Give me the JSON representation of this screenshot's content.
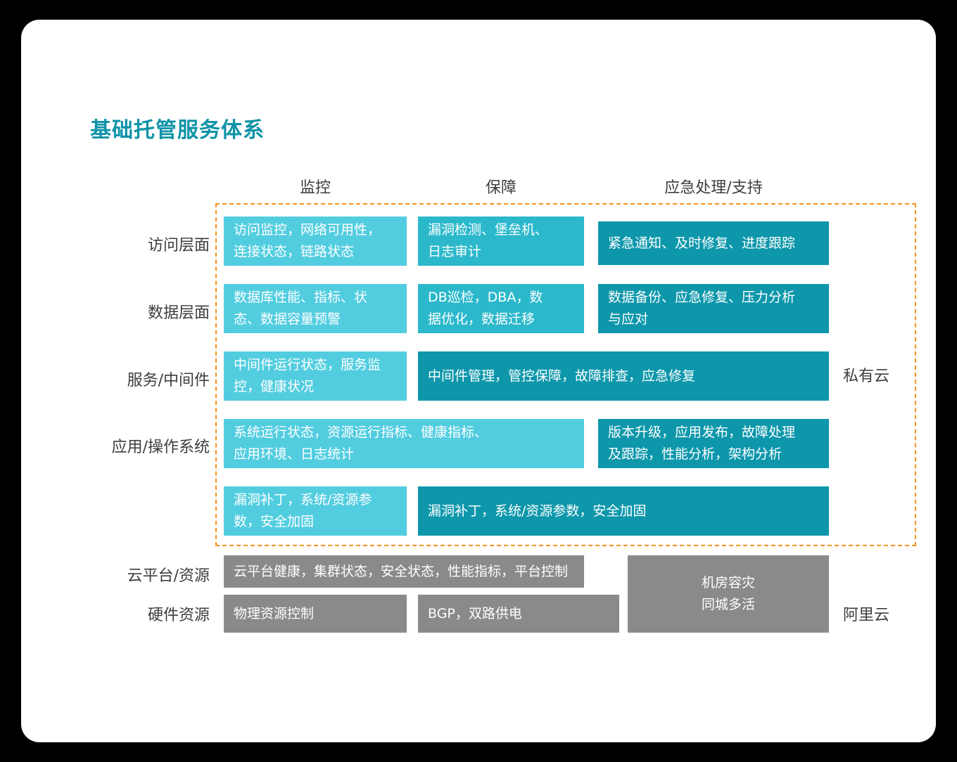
{
  "title": "基础托管服务体系",
  "columns": [
    {
      "label": "监控"
    },
    {
      "label": "保障"
    },
    {
      "label": "应急处理/支持"
    }
  ],
  "row_labels": [
    {
      "label": "访问层面"
    },
    {
      "label": "数据层面"
    },
    {
      "label": "服务/中间件"
    },
    {
      "label": "应用/操作系统"
    },
    {
      "label": ""
    },
    {
      "label": "云平台/资源"
    },
    {
      "label": "硬件资源"
    }
  ],
  "side_labels": [
    {
      "label": "私有云"
    },
    {
      "label": "阿里云"
    }
  ],
  "cells": {
    "r1c1": {
      "line1": "访问监控，网络可用性，",
      "line2": "连接状态，链路状态"
    },
    "r1c2": {
      "line1": "漏洞检测、堡垒机、",
      "line2": "日志审计"
    },
    "r1c3": {
      "line1": "紧急通知、及时修复、进度跟踪",
      "line2": ""
    },
    "r2c1": {
      "line1": "数据库性能、指标、状",
      "line2": "态、数据容量预警"
    },
    "r2c2": {
      "line1": "DB巡检，DBA，数",
      "line2": "据优化，数据迁移"
    },
    "r2c3": {
      "line1": "数据备份、应急修复、压力分析",
      "line2": "与应对"
    },
    "r3c1": {
      "line1": "中间件运行状态，服务监",
      "line2": "控，健康状况"
    },
    "r3c23": {
      "line1": "中间件管理，管控保障，故障排查，应急修复",
      "line2": ""
    },
    "r4c12": {
      "line1": "系统运行状态，资源运行指标、健康指标、",
      "line2": "应用环境、日志统计"
    },
    "r4c3": {
      "line1": "版本升级，应用发布，故障处理",
      "line2": "及跟踪，性能分析，架构分析"
    },
    "r5c1": {
      "line1": "漏洞补丁，系统/资源参",
      "line2": "数，安全加固"
    },
    "r5c23": {
      "line1": "漏洞补丁，系统/资源参数，安全加固",
      "line2": ""
    },
    "r6c12": {
      "line1": "云平台健康，集群状态，安全状态，性能指标，平台控制",
      "line2": ""
    },
    "r6c3": {
      "line1": "机房容灾",
      "line2": "同城多活"
    },
    "r7c1": {
      "line1": "物理资源控制",
      "line2": ""
    },
    "r7c2": {
      "line1": "BGP，双路供电",
      "line2": ""
    }
  },
  "colors": {
    "title": "#0e93a7",
    "cell_light": "#52cde0",
    "cell_mid": "#2bb8cb",
    "cell_dark": "#0e97ab",
    "cell_gray": "#8a8a8a",
    "dashed_border": "#f6921e",
    "card_background": "#ffffff",
    "page_background": "#000000"
  }
}
